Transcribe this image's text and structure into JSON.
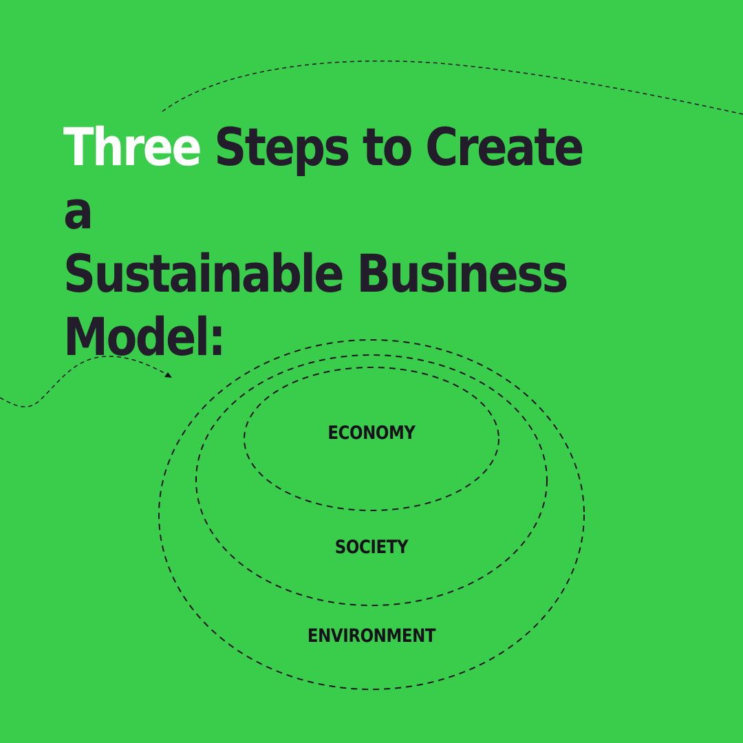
{
  "colors": {
    "background": "#3acd4b",
    "title_dark": "#231c2b",
    "title_highlight": "#ffffff",
    "dashed_lines": "#15121a"
  },
  "title": {
    "highlight": "Three",
    "line1_rest": " Steps to Create a",
    "line2": "Sustainable Business",
    "line3": "Model:"
  },
  "diagram": {
    "type": "nested-dashed-ellipses",
    "rings": [
      {
        "label": "ECONOMY",
        "level": "inner"
      },
      {
        "label": "SOCIETY",
        "level": "middle"
      },
      {
        "label": "ENVIRONMENT",
        "level": "outer"
      }
    ]
  },
  "decorations": [
    "dashed-arc-top",
    "dashed-arrow-left"
  ]
}
